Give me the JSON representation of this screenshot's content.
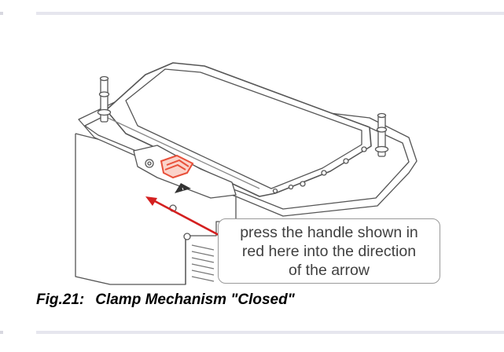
{
  "figure": {
    "callout_lines": [
      "press the handle shown in",
      "red here into the direction",
      "of the arrow"
    ],
    "caption_number": "Fig.21:",
    "caption_text": "Clamp Mechanism \"Closed\""
  },
  "colors": {
    "arrow": "#d42020",
    "handle": "#e8503a",
    "line_art": "#555555",
    "rule": "#e6e6ee"
  },
  "icons": [
    "warning-triangle-icon",
    "arrow-left-icon"
  ]
}
